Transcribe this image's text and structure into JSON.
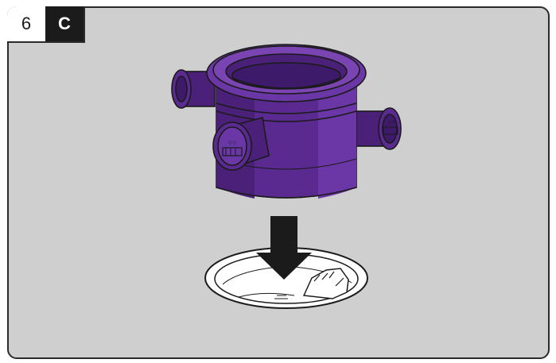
{
  "step": {
    "number": "6",
    "letter": "C"
  },
  "colors": {
    "panel_background": "#cfcfd0",
    "product_purple": "#5b2a91",
    "product_purple_dark": "#3e1a6a",
    "product_purple_light": "#7a45b3",
    "arrow": "#1b1b1b",
    "outline": "#1b1b1b"
  },
  "illustration": {
    "object": "purple-inspection-chamber",
    "action": "lower-into-opening"
  }
}
